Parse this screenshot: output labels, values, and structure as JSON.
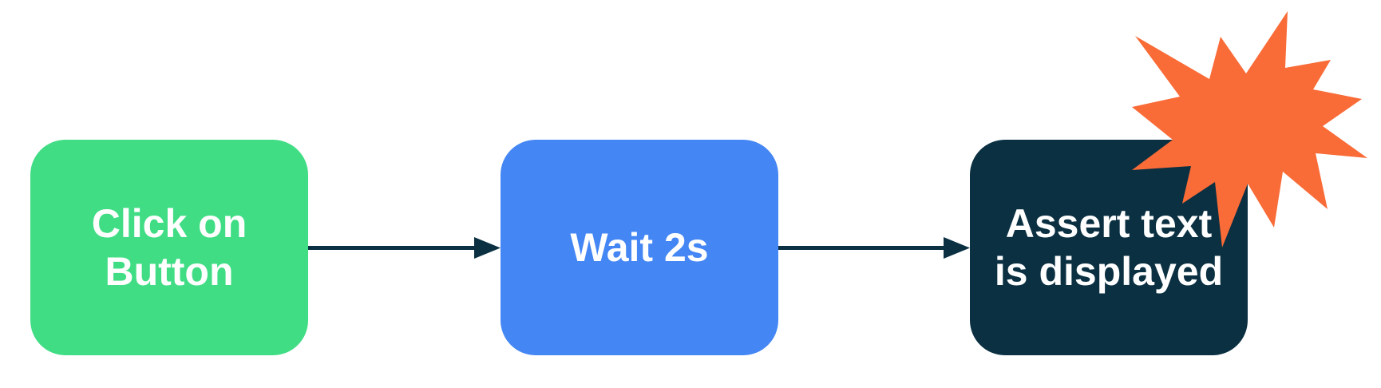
{
  "steps": [
    {
      "label": "Click on\nButton",
      "color": "#40DD85"
    },
    {
      "label": "Wait 2s",
      "color": "#4486F4"
    },
    {
      "label": "Assert text\nis displayed",
      "color": "#0A3042"
    }
  ],
  "connector_color": "#0A3042",
  "burst": {
    "icon": "explosion-burst-icon",
    "color": "#F96B37"
  }
}
